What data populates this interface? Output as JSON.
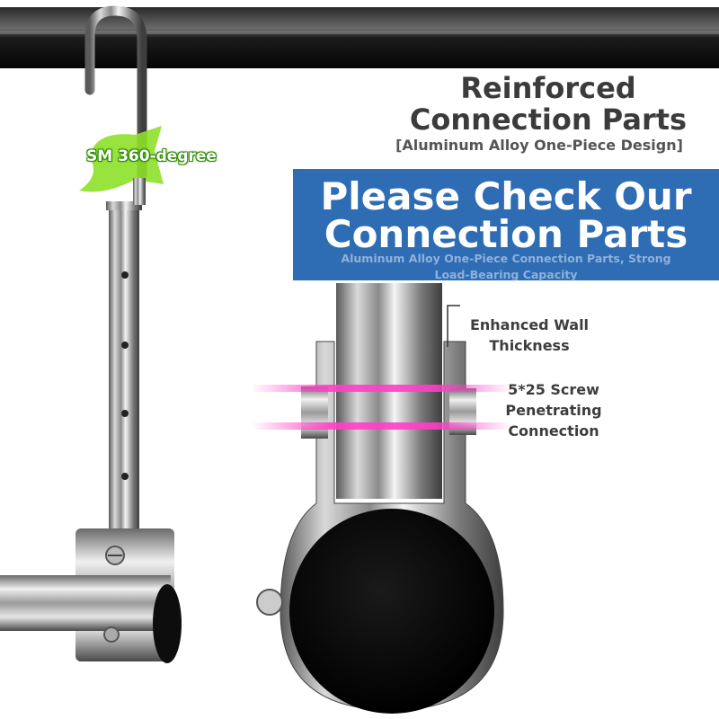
{
  "header": {
    "title_line1": "Reinforced",
    "title_line2": "Connection Parts",
    "subtitle": "[Aluminum Alloy One-Piece Design]"
  },
  "banner": {
    "line1": "Please Check Our",
    "line2": "Connection Parts",
    "sub_line1": "Aluminum Alloy One-Piece Connection Parts, Strong",
    "sub_line2": "Load-Bearing Capacity",
    "color": "#2e6db3"
  },
  "badge": {
    "text": "SM 360-degree",
    "color": "#8ee02a"
  },
  "callouts": {
    "wall_line1": "Enhanced Wall",
    "wall_line2": "Thickness",
    "screw_line1": "5*25 Screw",
    "screw_line2": "Penetrating",
    "screw_line3": "Connection"
  },
  "highlight_color": "#ff3fc8"
}
